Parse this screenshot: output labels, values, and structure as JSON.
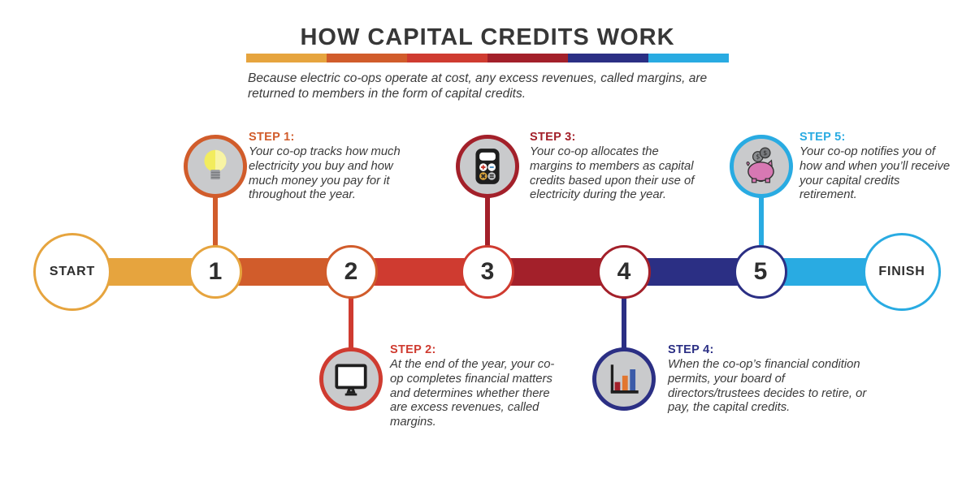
{
  "title": "HOW CAPITAL CREDITS WORK",
  "subtitle": "Because electric co-ops operate at cost, any excess revenues, called margins, are returned to members in the form of capital credits.",
  "colors": {
    "gold": "#E6A43E",
    "orange": "#D15C2B",
    "red": "#CF3B30",
    "dark_red": "#A3202A",
    "dark_blue": "#2B2F84",
    "light_blue": "#29ABE2",
    "icon_circle_fill": "#C9CACC",
    "text_dark": "#3A3A3A"
  },
  "gradient_bar_segments": [
    "#E6A43E",
    "#D15C2B",
    "#CF3B30",
    "#A3202A",
    "#2B2F84",
    "#29ABE2"
  ],
  "timeline": {
    "start_label": "START",
    "finish_label": "FINISH",
    "nodes": [
      "1",
      "2",
      "3",
      "4",
      "5"
    ]
  },
  "steps": [
    {
      "label": "STEP 1:",
      "text": "Your co-op tracks how much electricity you buy and how much money you pay for it throughout the year.",
      "icon": "lightbulb-icon",
      "accent": "#D15C2B",
      "position": "above"
    },
    {
      "label": "STEP 2:",
      "text": "At the end of the year, your co-op completes financial matters and determines whether there are excess revenues, called margins.",
      "icon": "monitor-icon",
      "accent": "#CF3B30",
      "position": "below"
    },
    {
      "label": "STEP 3:",
      "text": "Your co-op allocates the margins to members as capital credits based upon their use of electricity during the year.",
      "icon": "calculator-icon",
      "accent": "#A3202A",
      "position": "above"
    },
    {
      "label": "STEP 4:",
      "text": "When the co-op’s financial condition permits, your board of directors/trustees decides to retire, or pay, the capital credits.",
      "icon": "bar-chart-icon",
      "accent": "#2B2F84",
      "position": "below"
    },
    {
      "label": "STEP 5:",
      "text": "Your co-op notifies you of how and when you’ll receive your capital credits retirement.",
      "icon": "piggy-bank-icon",
      "accent": "#29ABE2",
      "position": "above"
    }
  ]
}
